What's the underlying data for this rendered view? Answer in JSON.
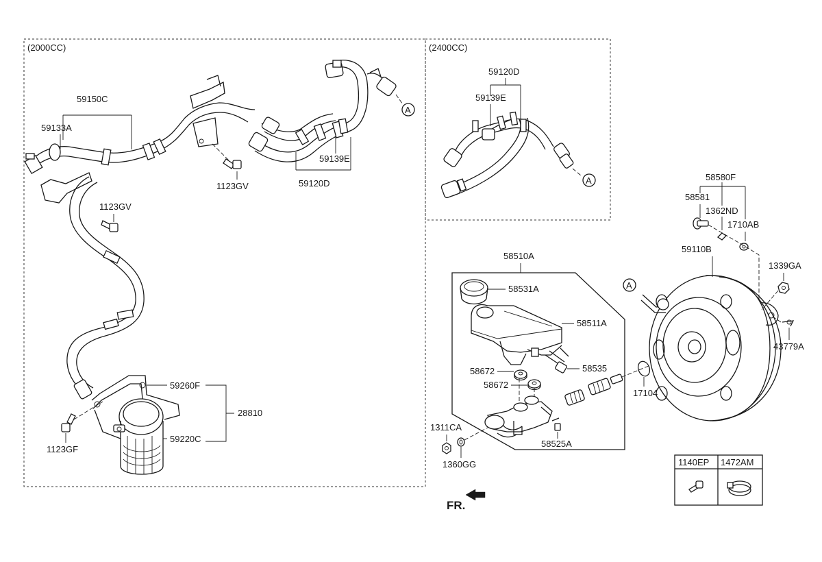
{
  "sections": {
    "left": "(2000CC)",
    "right_top": "(2400CC)"
  },
  "labels": {
    "p59150C": "59150C",
    "p59133A": "59133A",
    "p1123GV_a": "1123GV",
    "p1123GV_b": "1123GV",
    "p59139E_a": "59139E",
    "p59120D_a": "59120D",
    "p59260F": "59260F",
    "p28810": "28810",
    "p59220C": "59220C",
    "p1123GF": "1123GF",
    "p59120D_b": "59120D",
    "p59139E_b": "59139E",
    "p58580F": "58580F",
    "p58581": "58581",
    "p1362ND": "1362ND",
    "p1710AB": "1710AB",
    "p59110B": "59110B",
    "p1339GA": "1339GA",
    "p43779A": "43779A",
    "p17104": "17104",
    "p58510A": "58510A",
    "p58531A": "58531A",
    "p58511A": "58511A",
    "p58535": "58535",
    "p58672_a": "58672",
    "p58672_b": "58672",
    "p58525A": "58525A",
    "p1311CA": "1311CA",
    "p1360GG": "1360GG"
  },
  "connector_marker": "A",
  "front_indicator": "FR.",
  "legend_table": {
    "columns": [
      "1140EP",
      "1472AM"
    ]
  },
  "icons": [
    "bolt-icon",
    "hose-clamp-icon",
    "front-arrow-icon"
  ]
}
